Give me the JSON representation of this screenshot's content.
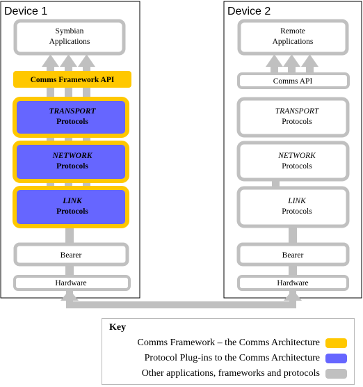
{
  "colors": {
    "comms_framework": "#ffc800",
    "protocol_plugins": "#6666ff",
    "other": "#c0c0c0",
    "frame": "#000000"
  },
  "device1": {
    "title": "Device 1",
    "apps": [
      "Symbian",
      "Applications"
    ],
    "api": "Comms Framework API",
    "transport": [
      "TRANSPORT",
      "Protocols"
    ],
    "network": [
      "NETWORK",
      "Protocols"
    ],
    "link": [
      "LINK",
      "Protocols"
    ],
    "bearer": "Bearer",
    "hardware": "Hardware"
  },
  "device2": {
    "title": "Device 2",
    "apps": [
      "Remote",
      "Applications"
    ],
    "api": "Comms API",
    "transport": [
      "TRANSPORT",
      "Protocols"
    ],
    "network": [
      "NETWORK",
      "Protocols"
    ],
    "link": [
      "LINK",
      "Protocols"
    ],
    "bearer": "Bearer",
    "hardware": "Hardware"
  },
  "key": {
    "title": "Key",
    "items": [
      {
        "label": "Comms Framework – the Comms Architecture",
        "color": "#ffc800"
      },
      {
        "label": "Protocol Plug-ins to the Comms Architecture",
        "color": "#6666ff"
      },
      {
        "label": "Other applications, frameworks and protocols",
        "color": "#c0c0c0"
      }
    ]
  }
}
